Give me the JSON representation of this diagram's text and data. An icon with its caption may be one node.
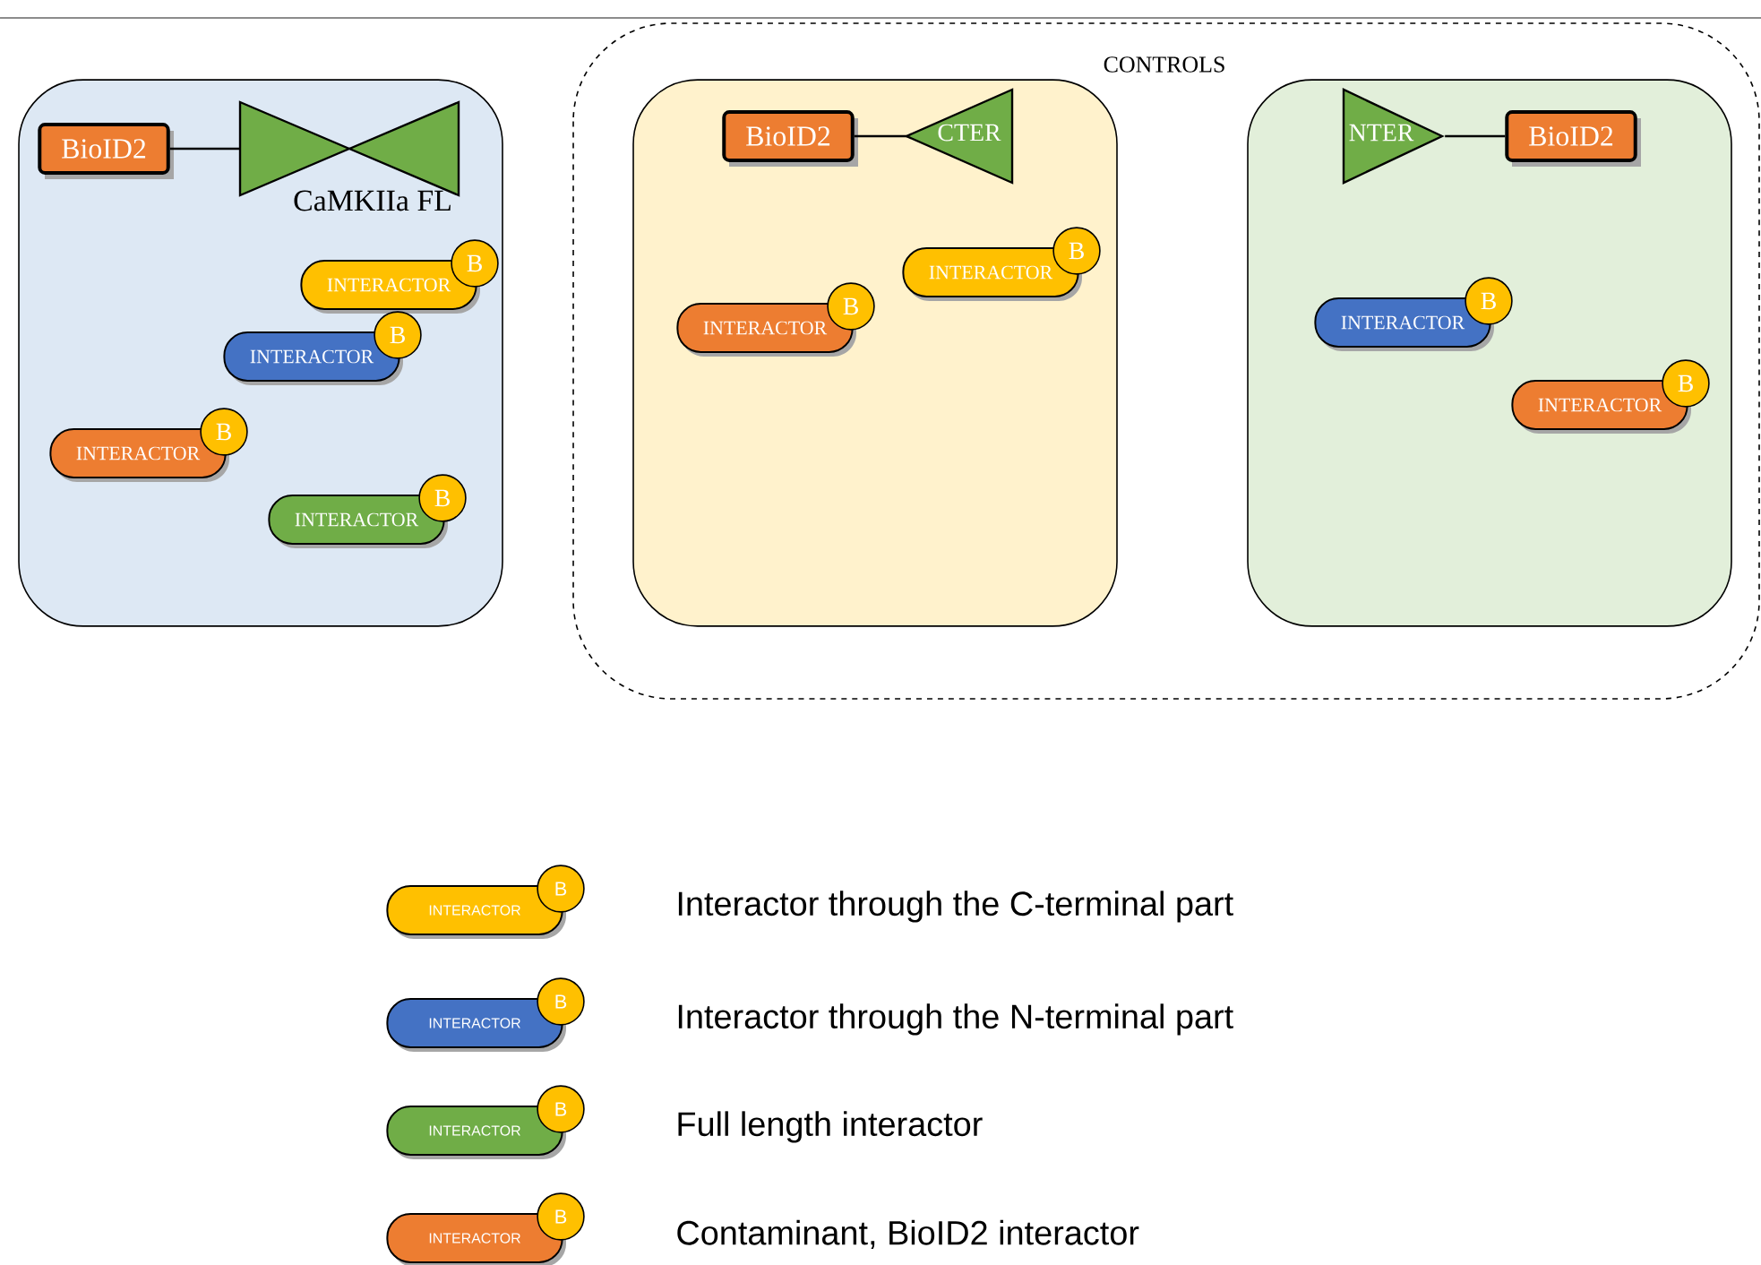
{
  "diagram": {
    "nodes": [
      {
        "text": [],
        "shape": "box"
      },
      {
        "text": [
          "BioID2"
        ],
        "in": 0
      },
      {
        "text": [
          "CaMKIIa FL"
        ],
        "in": 0
      },
      {
        "text": [
          "INTERACTOR",
          "B"
        ],
        "in": 0
      },
      {
        "text": [
          "INTERACTOR",
          "B"
        ],
        "in": 0
      },
      {
        "text": [
          "INTERACTOR",
          "B"
        ],
        "in": 0
      },
      {
        "text": [
          "INTERACTOR",
          "B"
        ],
        "in": 0
      },
      {
        "text": [
          "CONTROLS"
        ]
      },
      {
        "text": [],
        "shape": "box",
        "in": 7
      },
      {
        "text": [
          "BioID2"
        ],
        "in": 8
      },
      {
        "text": [
          "CTER"
        ],
        "in": 8
      },
      {
        "text": [
          "INTERACTOR",
          "B"
        ],
        "in": 8
      },
      {
        "text": [
          "INTERACTOR",
          "B"
        ],
        "in": 8
      },
      {
        "text": [],
        "shape": "box",
        "in": 7
      },
      {
        "text": [
          "NTER"
        ],
        "in": 13
      },
      {
        "text": [
          "BioID2"
        ],
        "in": 13
      },
      {
        "text": [
          "INTERACTOR",
          "B"
        ],
        "in": 13
      },
      {
        "text": [
          "INTERACTOR",
          "B"
        ],
        "in": 13
      }
    ],
    "edges": [
      {
        "from": 1,
        "to": 2,
        "arrow": "none"
      },
      {
        "from": 9,
        "to": 10,
        "arrow": "none"
      },
      {
        "from": 14,
        "to": 15,
        "arrow": "none"
      }
    ],
    "labels": [
      "INTERACTOR",
      "B",
      "INTERACTOR",
      "B",
      "INTERACTOR",
      "B",
      "INTERACTOR",
      "B"
    ],
    "legend": [
      {
        "text": "Interactor through the C-terminal part",
        "color": "#ffc000"
      },
      {
        "text": "Interactor through the N-terminal part",
        "color": "#4472c4"
      },
      {
        "text": "Full length interactor",
        "color": "#70ad47"
      },
      {
        "text": "Contaminant, BioID2 interactor",
        "color": "#ed7d31"
      }
    ]
  }
}
